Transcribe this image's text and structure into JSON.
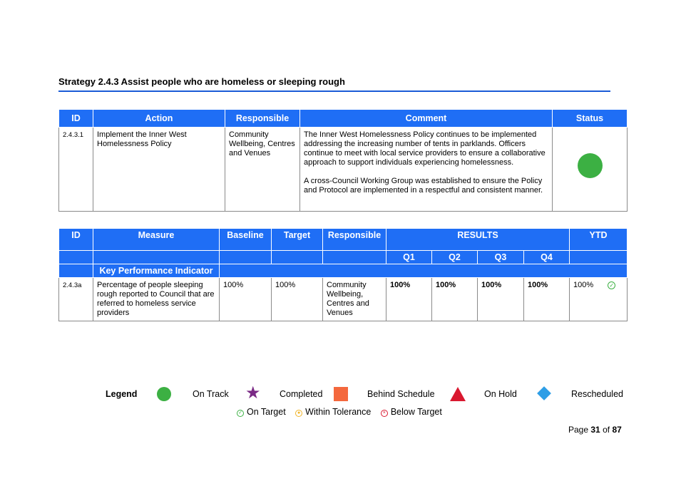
{
  "strategy": {
    "title": "Strategy 2.4.3 Assist people who are homeless or sleeping rough"
  },
  "actions_table": {
    "headers": {
      "id": "ID",
      "action": "Action",
      "responsible": "Responsible",
      "comment": "Comment",
      "status": "Status"
    },
    "row": {
      "id": "2.4.3.1",
      "action": "Implement the Inner West Homelessness Policy",
      "responsible": "Community Wellbeing, Centres and Venues",
      "comment_p1": "The Inner West Homelessness Policy continues to be implemented addressing the increasing number of tents in parklands. Officers continue to meet with local service providers to ensure a collaborative approach to support individuals experiencing homelessness.",
      "comment_p2": "A cross-Council Working Group was established to ensure the Policy and Protocol are implemented in a respectful and consistent manner.",
      "status_icon": "green-circle-icon",
      "status_color": "#3cb043"
    }
  },
  "kpi_table": {
    "headers": {
      "id": "ID",
      "measure": "Measure",
      "baseline": "Baseline",
      "target": "Target",
      "responsible": "Responsible",
      "results": "RESULTS",
      "ytd": "YTD",
      "q1": "Q1",
      "q2": "Q2",
      "q3": "Q3",
      "q4": "Q4",
      "kpi": "Key Performance Indicator"
    },
    "row": {
      "id": "2.4.3a",
      "measure": "Percentage of people sleeping rough reported to Council that are referred to homeless service providers",
      "baseline": "100%",
      "target": "100%",
      "responsible": "Community Wellbeing, Centres and Venues",
      "q1": "100%",
      "q2": "100%",
      "q3": "100%",
      "q4": "100%",
      "ytd": "100%",
      "ytd_icon": "on-target-check-icon"
    }
  },
  "legend": {
    "title": "Legend",
    "items": [
      "On Track",
      "Completed",
      "Behind Schedule",
      "On Hold",
      "Rescheduled"
    ],
    "targets": [
      "On Target",
      "Within Tolerance",
      "Below Target"
    ]
  },
  "footer": {
    "page_prefix": "Page",
    "page": "31",
    "of": "of",
    "total": "87"
  }
}
